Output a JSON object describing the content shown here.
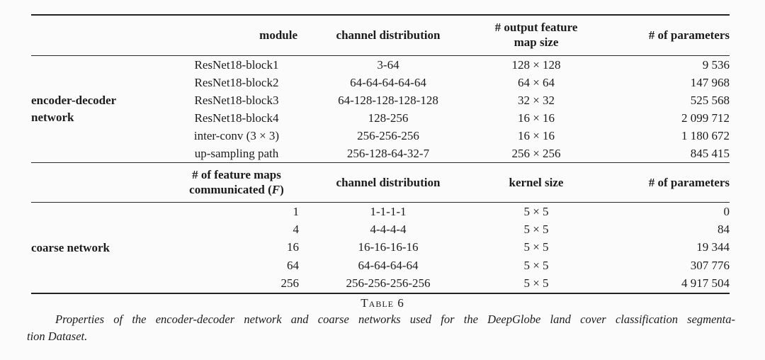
{
  "table": {
    "part1": {
      "headers": {
        "module": "module",
        "channel": "channel distribution",
        "map_size_line1": "# output feature",
        "map_size_line2": "map size",
        "params": "# of parameters"
      },
      "group_line1": "encoder-decoder",
      "group_line2": "network",
      "rows": [
        {
          "module": "ResNet18-block1",
          "channels": "3-64",
          "map": "128 × 128",
          "params": "9 536"
        },
        {
          "module": "ResNet18-block2",
          "channels": "64-64-64-64-64",
          "map": "64 × 64",
          "params": "147 968"
        },
        {
          "module": "ResNet18-block3",
          "channels": "64-128-128-128-128",
          "map": "32 × 32",
          "params": "525 568"
        },
        {
          "module": "ResNet18-block4",
          "channels": "128-256",
          "map": "16 × 16",
          "params": "2 099 712"
        },
        {
          "module": "inter-conv (3 × 3)",
          "channels": "256-256-256",
          "map": "16 × 16",
          "params": "1 180 672"
        },
        {
          "module": "up-sampling path",
          "channels": "256-128-64-32-7",
          "map": "256 × 256",
          "params": "845 415"
        }
      ]
    },
    "part2": {
      "headers": {
        "fmaps_line1": "# of feature maps",
        "fmaps_line2_pre": "communicated (",
        "fmaps_f": "F",
        "fmaps_line2_post": ")",
        "channel": "channel distribution",
        "kernel": "kernel size",
        "params": "# of parameters"
      },
      "group_label": "coarse network",
      "rows": [
        {
          "f": "1",
          "channels": "1-1-1-1",
          "kernel": "5 × 5",
          "params": "0"
        },
        {
          "f": "4",
          "channels": "4-4-4-4",
          "kernel": "5 × 5",
          "params": "84"
        },
        {
          "f": "16",
          "channels": "16-16-16-16",
          "kernel": "5 × 5",
          "params": "19 344"
        },
        {
          "f": "64",
          "channels": "64-64-64-64",
          "kernel": "5 × 5",
          "params": "307 776"
        },
        {
          "f": "256",
          "channels": "256-256-256-256",
          "kernel": "5 × 5",
          "params": "4 917 504"
        }
      ]
    }
  },
  "caption": {
    "label": "Table 6",
    "line1": "Properties of the encoder-decoder network and coarse networks used for the DeepGlobe land cover classification segmenta-",
    "line2": "tion Dataset."
  }
}
